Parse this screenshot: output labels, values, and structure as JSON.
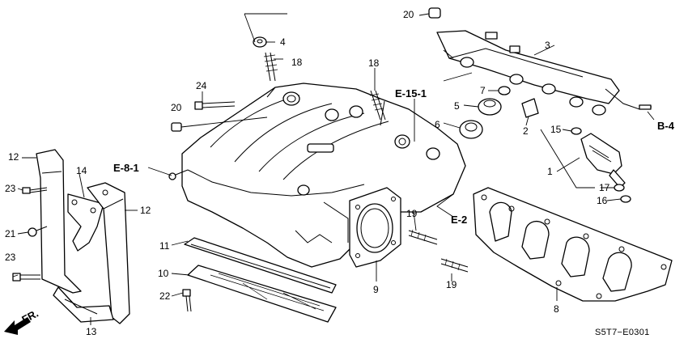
{
  "callouts": {
    "c1": "1",
    "c2": "2",
    "c3": "3",
    "c4": "4",
    "c5": "5",
    "c6": "6",
    "c7": "7",
    "c8": "8",
    "c9": "9",
    "c10": "10",
    "c11": "11",
    "c12a": "12",
    "c12b": "12",
    "c13": "13",
    "c14": "14",
    "c15": "15",
    "c16": "16",
    "c17": "17",
    "c18a": "18",
    "c18b": "18",
    "c19a": "19",
    "c19b": "19",
    "c20a": "20",
    "c20b": "20",
    "c21": "21",
    "c22": "22",
    "c23a": "23",
    "c23b": "23",
    "c24": "24"
  },
  "refs": {
    "e81": "E-8-1",
    "e151": "E-15-1",
    "e2": "E-2",
    "b4": "B-4"
  },
  "direction": "FR.",
  "diagram_code": "S5T7−E0301"
}
